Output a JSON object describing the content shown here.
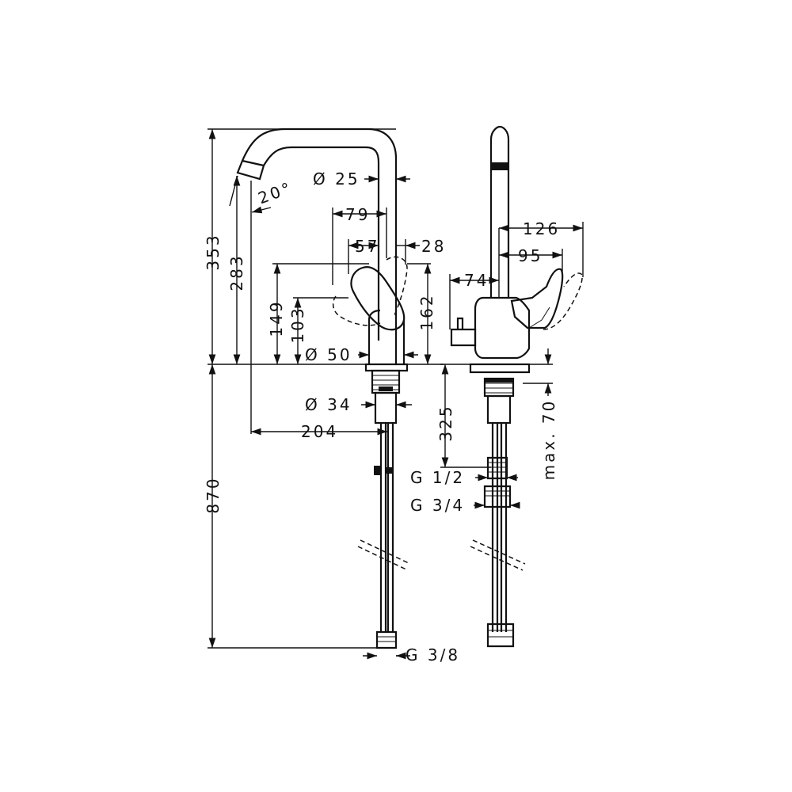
{
  "dimensions": {
    "overall_height": "353",
    "spout_height": "283",
    "spout_angle": "20°",
    "tube_diameter": "Ø 25",
    "handle_reach": "79",
    "handle_offset": "57",
    "handle_swing": "28",
    "handle_height_149": "149",
    "handle_height_103": "103",
    "handle_height_162": "162",
    "base_diameter": "Ø 50",
    "shank_diameter": "Ø 34",
    "spout_reach": "204",
    "hose_length": "870",
    "hose_thread": "G 3/8",
    "side_126": "126",
    "side_95": "95",
    "side_74": "74",
    "shank_length": "325",
    "max_thickness": "max. 70",
    "thread_half": "G 1/2",
    "thread_three_quarter": "G 3/4"
  }
}
